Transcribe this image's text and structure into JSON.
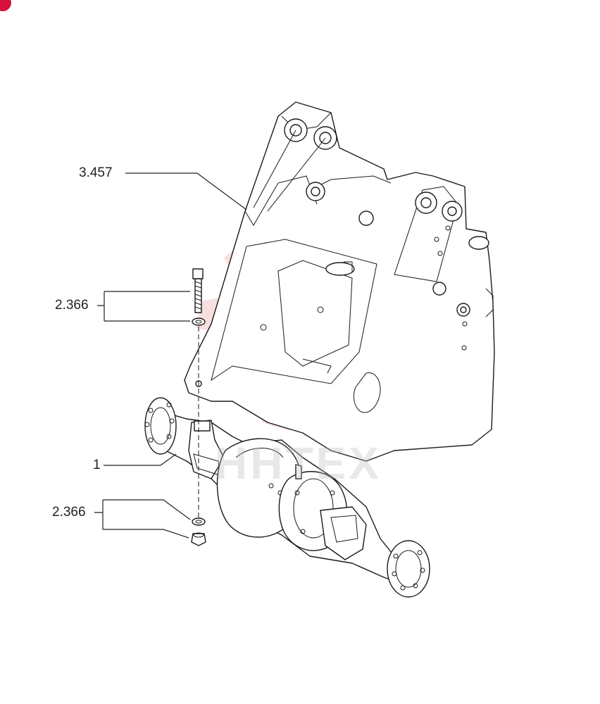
{
  "diagram": {
    "labels": {
      "frame": "3.457",
      "bolt_group": "2.366",
      "axle": "1",
      "nut_group": "2.366"
    },
    "watermark_text": "HHTEX",
    "colors": {
      "line": "#1a1a1a",
      "watermark_gear": "#f4c6c6",
      "watermark_text": "#bdbdbd",
      "badge": "#d6123a"
    }
  }
}
